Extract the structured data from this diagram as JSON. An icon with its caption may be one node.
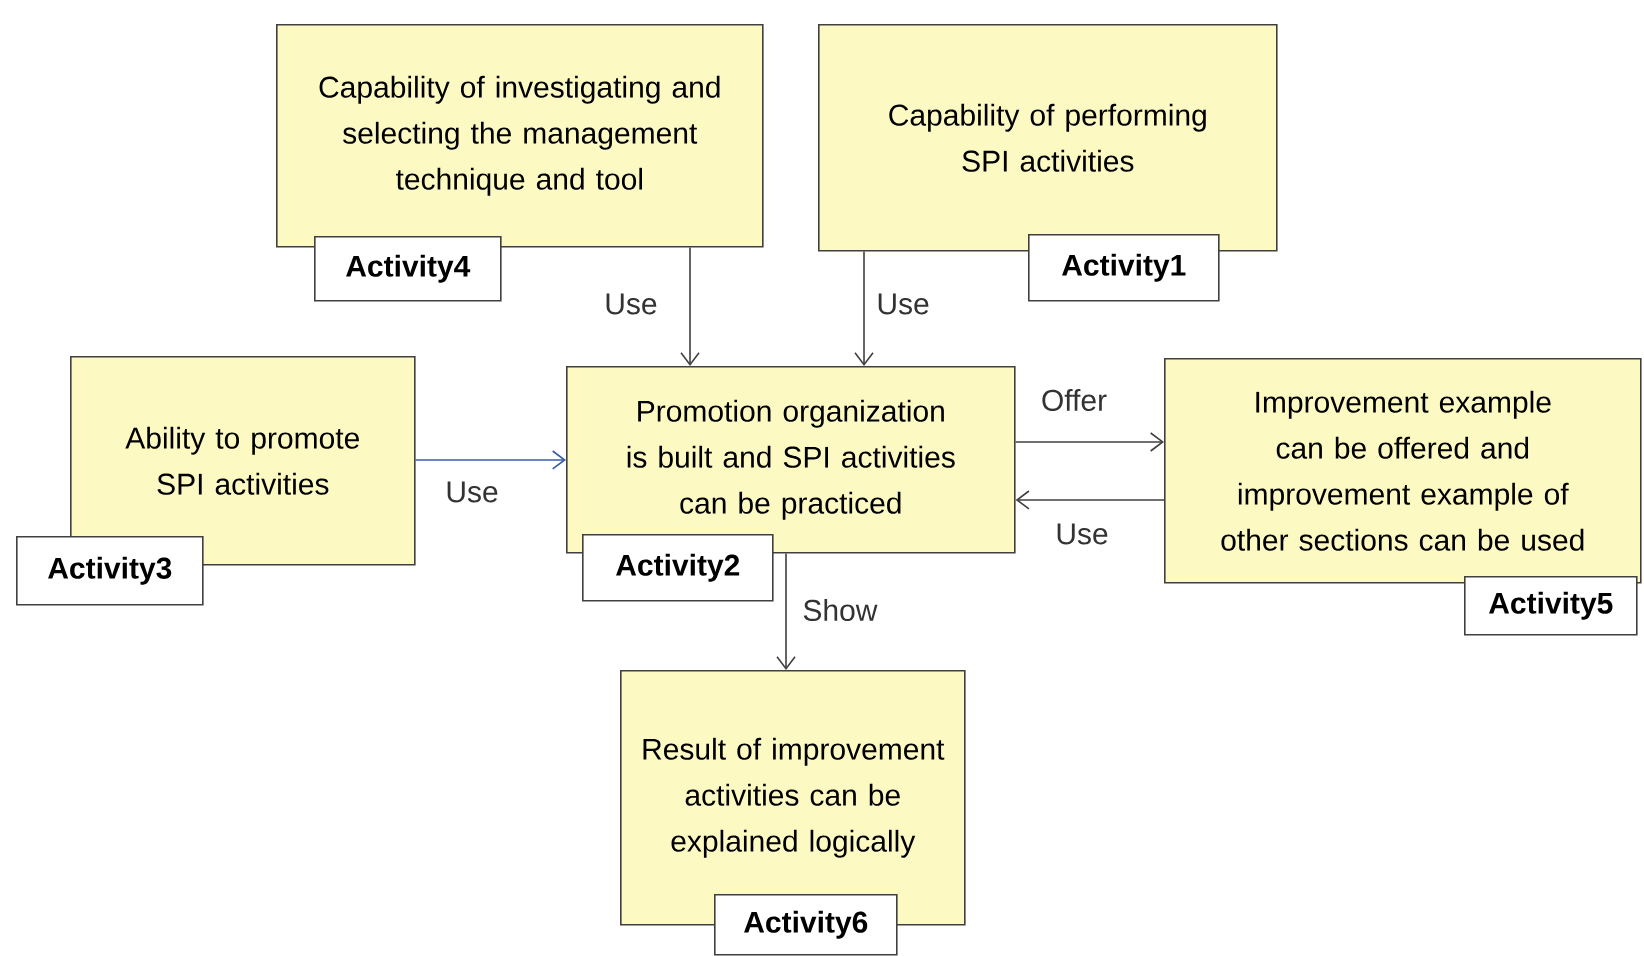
{
  "diagram": {
    "nodes": [
      {
        "text": [
          "Capability of investigating and selecting the management technique and tool",
          "Activity4"
        ]
      },
      {
        "text": [
          "Capability of performing SPI activities",
          "Activity1"
        ]
      },
      {
        "text": [
          "Ability to promote SPI activities",
          "Activity3"
        ]
      },
      {
        "text": [
          "Promotion organization is built and SPI activities can be practiced",
          "Activity2"
        ]
      },
      {
        "text": [
          "Improvement example can be offered and improvement example of other sections can be used",
          "Activity5"
        ]
      },
      {
        "text": [
          "Result of improvement activities can be explained logically",
          "Activity6"
        ]
      }
    ],
    "edges": [
      {
        "from": 0,
        "to": 3,
        "arrow": "to",
        "label": "Use"
      },
      {
        "from": 1,
        "to": 3,
        "arrow": "to",
        "label": "Use"
      },
      {
        "from": 2,
        "to": 3,
        "arrow": "to",
        "label": "Use",
        "color": "#3a5aa8"
      },
      {
        "from": 3,
        "to": 4,
        "arrow": "to",
        "label": "Offer"
      },
      {
        "from": 4,
        "to": 3,
        "arrow": "to",
        "label": "Use"
      },
      {
        "from": 3,
        "to": 5,
        "arrow": "to",
        "label": "Show"
      }
    ]
  }
}
